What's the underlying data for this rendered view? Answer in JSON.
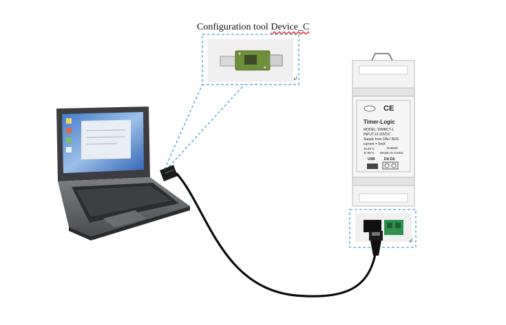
{
  "diagram": {
    "title_main": "Configuration tool ",
    "title_squiggle": "Device_C",
    "device": {
      "brand": "Timer-Logic",
      "ce_mark": "CE",
      "model": "MODEL: DIMBCT-1",
      "input": "INPUT:12-20VDC",
      "supply": "Supply from DALI BUS",
      "current": "current = 5mA",
      "temp": "Ta:45°C",
      "tc": "Tc:85°C",
      "serial": "D15628",
      "made": "MADE IN CHINA",
      "usb_label": "USB",
      "dali_label": "DA DA"
    }
  }
}
